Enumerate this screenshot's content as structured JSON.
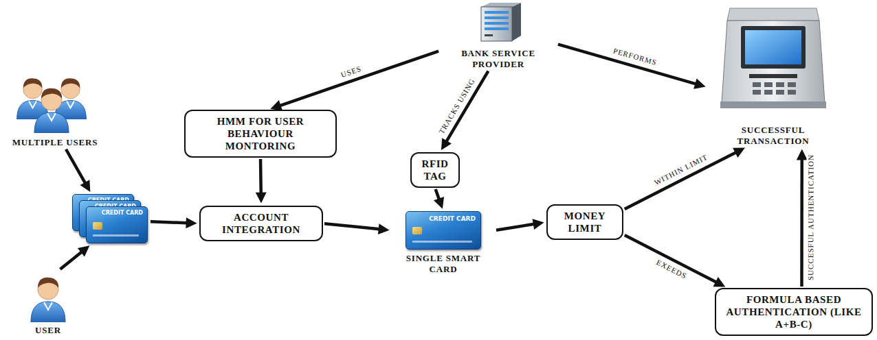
{
  "diagram": {
    "nodes": [
      {
        "text": [
          "MULTIPLE USERS"
        ]
      },
      {
        "text": [
          "USER"
        ]
      },
      {
        "text": [
          "CREDIT CARD",
          "CREDIT CARD",
          "CREDIT CARD"
        ]
      },
      {
        "text": [
          "BANK SERVICE PROVIDER"
        ]
      },
      {
        "text": [
          "HMM FOR USER BEHAVIOUR MONTORING"
        ]
      },
      {
        "text": [
          "RFID TAG"
        ]
      },
      {
        "text": [
          "ACCOUNT INTEGRATION"
        ]
      },
      {
        "text": [
          "CREDIT CARD",
          "SINGLE SMART CARD"
        ]
      },
      {
        "text": [
          "MONEY LIMIT"
        ]
      },
      {
        "text": [
          "SUCCESSFUL TRANSACTION"
        ]
      },
      {
        "text": [
          "FORMULA BASED AUTHENTICATION (LIKE A+B-C)"
        ]
      }
    ],
    "edges": [
      {
        "from": 0,
        "to": 2,
        "arrow": "to"
      },
      {
        "from": 1,
        "to": 2,
        "arrow": "to"
      },
      {
        "from": 2,
        "to": 6,
        "arrow": "to"
      },
      {
        "from": 3,
        "to": 4,
        "label": "USES",
        "arrow": "to"
      },
      {
        "from": 3,
        "to": 5,
        "label": "TRACKS USING",
        "arrow": "to"
      },
      {
        "from": 3,
        "to": 9,
        "label": "PERFORMS",
        "arrow": "to"
      },
      {
        "from": 4,
        "to": 6,
        "arrow": "to"
      },
      {
        "from": 5,
        "to": 7,
        "arrow": "to"
      },
      {
        "from": 6,
        "to": 7,
        "arrow": "to"
      },
      {
        "from": 7,
        "to": 8,
        "arrow": "to"
      },
      {
        "from": 8,
        "to": 9,
        "label": "WITHIN LIMIT",
        "arrow": "to"
      },
      {
        "from": 8,
        "to": 10,
        "label": "EXEEDS",
        "arrow": "to"
      },
      {
        "from": 10,
        "to": 9,
        "label": "SUCCESFUL AUTHENTICATION",
        "arrow": "to"
      }
    ]
  }
}
